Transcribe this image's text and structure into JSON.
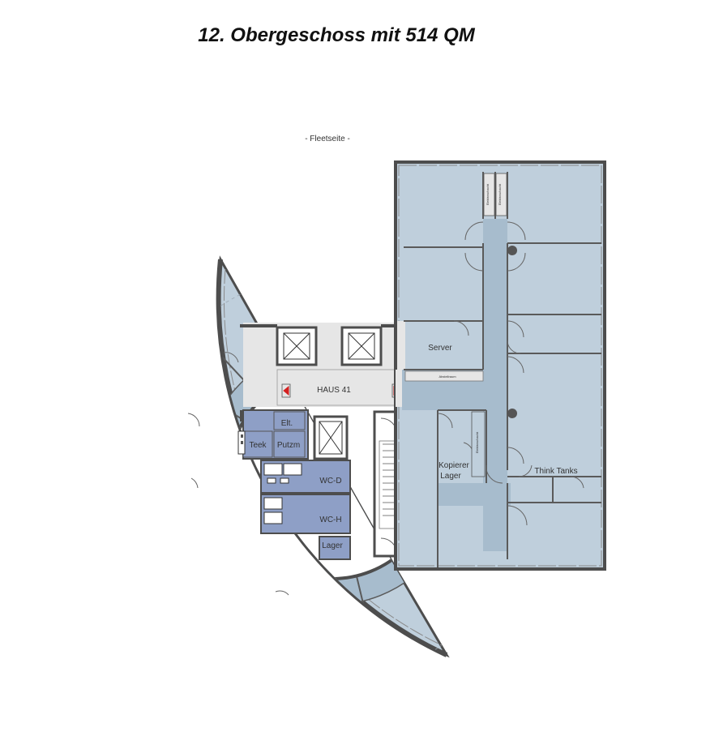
{
  "title": "12. Obergeschoss mit 514 QM",
  "orientation_label": "- Fleetseite -",
  "core_label": "HAUS 41",
  "rooms": {
    "server": "Server",
    "kopierer_line1": "Kopierer",
    "kopierer_line2": "Lager",
    "think_tanks": "Think Tanks",
    "elt": "Elt.",
    "teek": "Teek",
    "putzm": "Putzm",
    "wc_d": "WC-D",
    "wc_h": "WC-H",
    "lager": "Lager"
  },
  "small_labels": {
    "abstell": "Abstellraum",
    "shaft_a": "Elektroschacht",
    "shaft_b": "Elektroschacht",
    "shaft_c": "Elektroschacht"
  },
  "colors": {
    "office": "#bfcfdc",
    "corridor": "#a7bccd",
    "sanitary": "#8e9fc6",
    "core": "#e6e6e6",
    "wall": "#4d4d4d",
    "exit_arrow": "#d42020"
  }
}
